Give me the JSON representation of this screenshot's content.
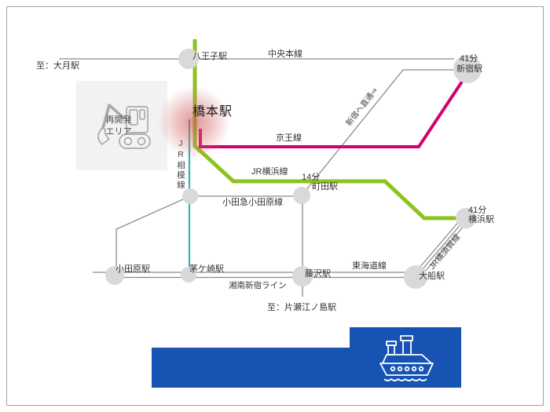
{
  "diagram": {
    "stations": {
      "hachioji": "八王子駅",
      "hashimoto": "橋本駅",
      "shinjuku": "新宿駅",
      "machida": "町田駅",
      "odawara": "小田原駅",
      "chigasaki": "茅ケ崎駅",
      "fujisawa": "藤沢駅",
      "ofuna": "大船駅",
      "yokohama": "横浜駅"
    },
    "travel_times": {
      "shinjuku": "41分",
      "machida": "14分",
      "yokohama": "41分"
    },
    "lines": {
      "chuo": "中央本線",
      "keio": "京王線",
      "jr_yokohama": "JR横浜線",
      "jr_sagami": "JR相模線",
      "odakyu_odawara": "小田急小田原線",
      "tokaido": "東海道線",
      "shonan_shinjuku": "湘南新宿ライン",
      "jr_yokosuka": "JR横須賀線",
      "odakyu_to_shinjuku": "新宿へ直通⇒"
    },
    "notes": {
      "to_otsuki": "至：大月駅",
      "to_katase_enoshima": "至：片瀬江ノ島駅"
    },
    "redevelopment": {
      "line1": "再開発",
      "line2": "エリア"
    },
    "icons": {
      "excavator": "excavator-icon",
      "ship": "ship-icon"
    },
    "colors": {
      "jr_yokohama_green": "#8ec31f",
      "keio_magenta": "#d4006e",
      "jr_sagami_teal": "#35b3ad",
      "highlight_pink": "#d96a6a",
      "footer_blue": "#1653b2",
      "line_gray": "#8a8a8a",
      "station_gray": "#d9d9d9"
    }
  }
}
